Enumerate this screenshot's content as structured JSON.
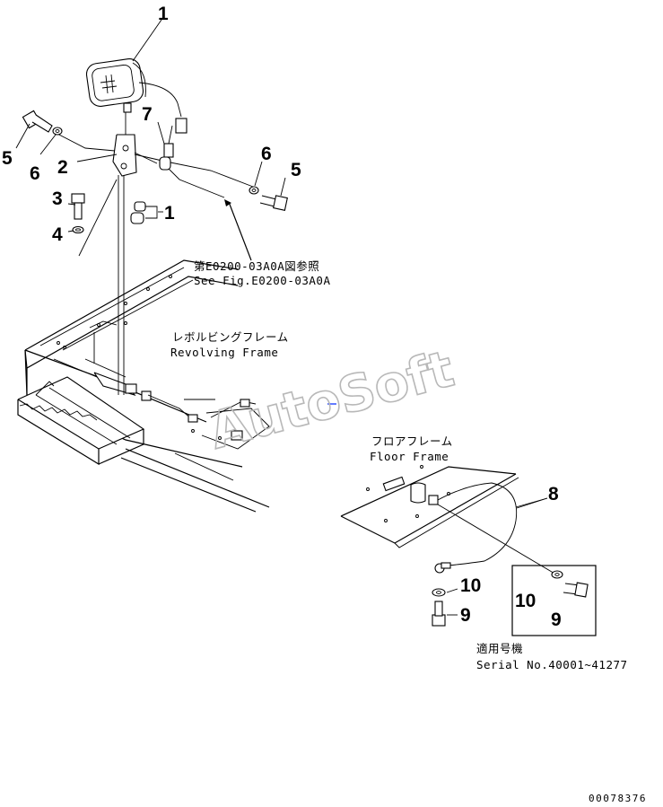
{
  "callouts": {
    "c1_top": "1",
    "c1_clip": "1",
    "c2": "2",
    "c3": "3",
    "c4": "4",
    "c5_left": "5",
    "c5_right": "5",
    "c6_left": "6",
    "c6_right": "6",
    "c7": "7",
    "c8": "8",
    "c9_main": "9",
    "c9_box": "9",
    "c10_main": "10",
    "c10_box": "10"
  },
  "notes": {
    "see_fig_jp": "第E0200-03A0A図参照",
    "see_fig_en": "See Fig.E0200-03A0A",
    "revolving_jp": "レボルビングフレーム",
    "revolving_en": "Revolving Frame",
    "floor_jp": "フロアフレーム",
    "floor_en": "Floor Frame",
    "serial_jp": "適用号機",
    "serial_en": "Serial No.40001~41277"
  },
  "watermark": "AutoSoft",
  "drawing_number": "00078376"
}
